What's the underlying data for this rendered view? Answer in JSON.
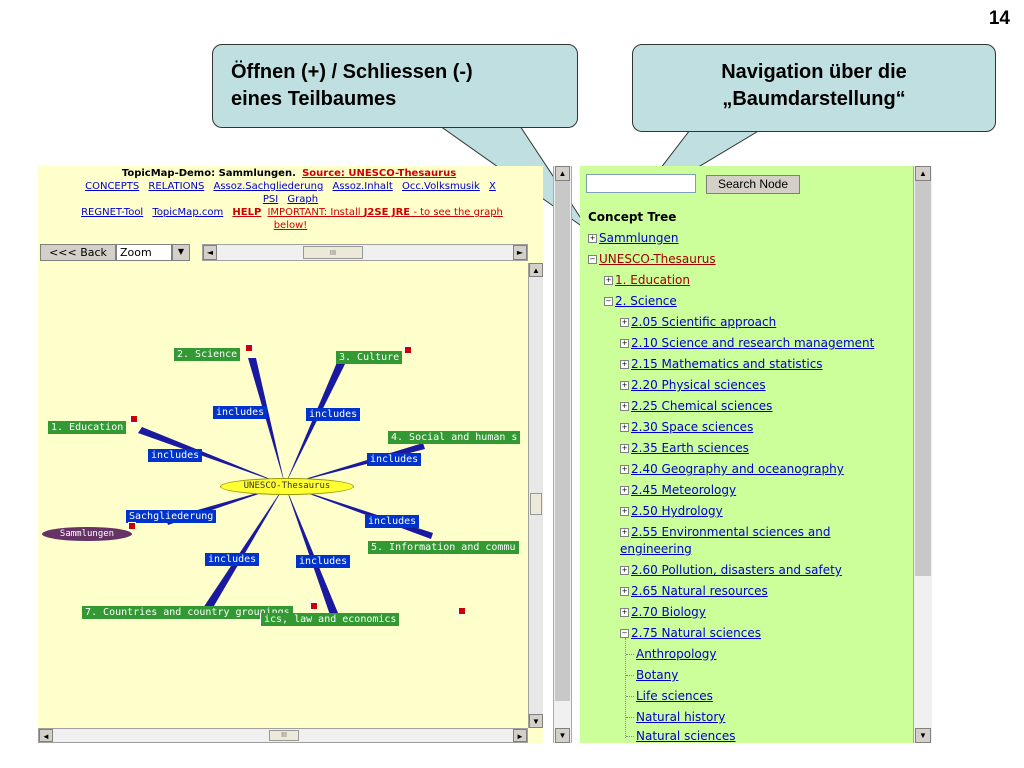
{
  "slide_number": "14",
  "callouts": {
    "left": {
      "line1": "Öffnen (+) / Schliessen (-)",
      "line2": "eines Teilbaumes"
    },
    "right": {
      "line1": "Navigation über die",
      "line2": "„Baumdarstellung“"
    }
  },
  "topbar": {
    "title": "TopicMap-Demo: Sammlungen.",
    "source_link": "Source: UNESCO-Thesaurus",
    "links_row1": [
      "CONCEPTS",
      "RELATIONS",
      "Assoz.Sachgliederung",
      "Assoz.Inhalt",
      "Occ.Volksmusik",
      "X"
    ],
    "links_row2": [
      "PSI",
      "Graph"
    ],
    "regnet": "REGNET-Tool",
    "topicmap": "TopicMap.com",
    "help": "HELP",
    "important_prefix": "IMPORTANT: Install ",
    "important_bold": "J2SE JRE",
    "important_suffix": " - to see the graph",
    "below": "below!"
  },
  "toolbar": {
    "back": "<<< Back",
    "zoom": "Zoom",
    "dropdown_arrow": "▼",
    "scroll_left": "◄",
    "scroll_right": "►",
    "thumb_grip": "III"
  },
  "scroll_up": "▲",
  "scroll_down": "▼",
  "graph": {
    "center": "UNESCO-Thesaurus",
    "sammlungen": "Sammlungen",
    "sachgliederung": "Sachgliederung",
    "includes": "includes",
    "nodes": {
      "education": "1. Education",
      "science": "2. Science",
      "culture": "3. Culture",
      "social": "4. Social and human s",
      "information": "5. Information and commu",
      "law": "ics, law and economics",
      "countries": "7. Countries and country groupings"
    }
  },
  "search": {
    "value": "",
    "button": "Search Node"
  },
  "tree": {
    "heading": "Concept Tree",
    "sammlungen": "Sammlungen",
    "unesco": "UNESCO-Thesaurus",
    "education": "1. Education",
    "science": "2. Science",
    "science_children": [
      "2.05 Scientific approach",
      "2.10 Science and research management",
      "2.15 Mathematics and statistics",
      "2.20 Physical sciences",
      "2.25 Chemical sciences",
      "2.30 Space sciences",
      "2.35 Earth sciences",
      "2.40 Geography and oceanography",
      "2.45 Meteorology",
      "2.50 Hydrology",
      "2.55 Environmental sciences and",
      "engineering",
      "2.60 Pollution, disasters and safety",
      "2.65 Natural resources",
      "2.70 Biology",
      "2.75 Natural sciences"
    ],
    "natural_sciences_children": [
      "Anthropology",
      "Botany",
      "Life sciences",
      "Natural history",
      "Natural sciences"
    ],
    "plus": "+",
    "minus": "−"
  },
  "colors": {
    "left_bg": "#ffffcc",
    "right_bg": "#ccff99",
    "callout": "#c0dfe0",
    "node_green": "#339933",
    "node_blue": "#0033cc"
  }
}
